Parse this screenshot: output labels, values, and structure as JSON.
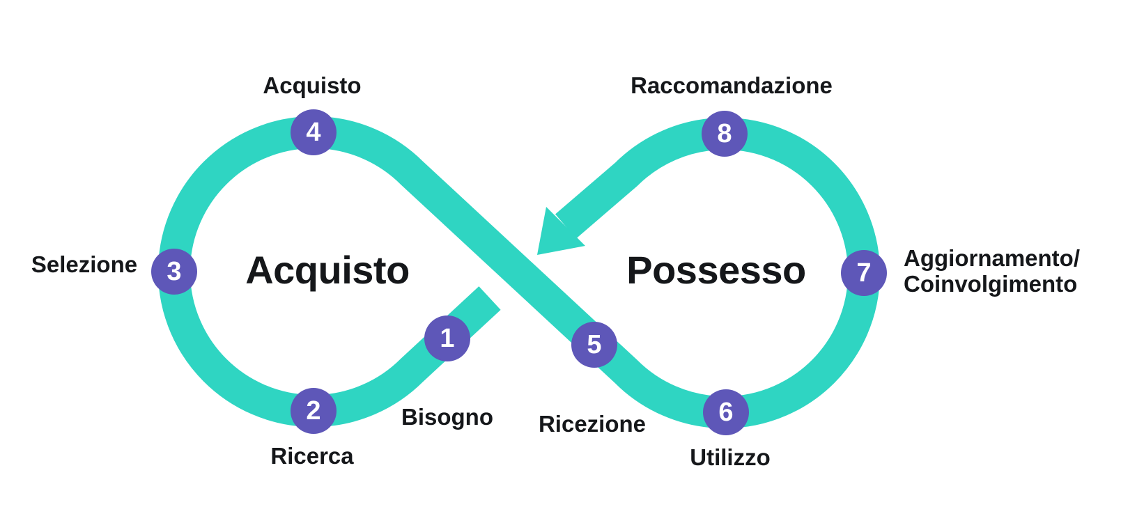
{
  "diagram": {
    "left_title": "Acquisto",
    "right_title": "Possesso",
    "steps": [
      {
        "num": "1",
        "label": "Bisogno"
      },
      {
        "num": "2",
        "label": "Ricerca"
      },
      {
        "num": "3",
        "label": "Selezione"
      },
      {
        "num": "4",
        "label": "Acquisto"
      },
      {
        "num": "5",
        "label": "Ricezione"
      },
      {
        "num": "6",
        "label": "Utilizzo"
      },
      {
        "num": "7",
        "label": "Aggiornamento/\nCoinvolgimento"
      },
      {
        "num": "8",
        "label": "Raccomandazione"
      }
    ]
  },
  "colors": {
    "loop": "#2FD5C2",
    "node": "#5E57B8",
    "text": "#15171A",
    "number": "#FFFFFF",
    "background": "#FFFFFF"
  }
}
